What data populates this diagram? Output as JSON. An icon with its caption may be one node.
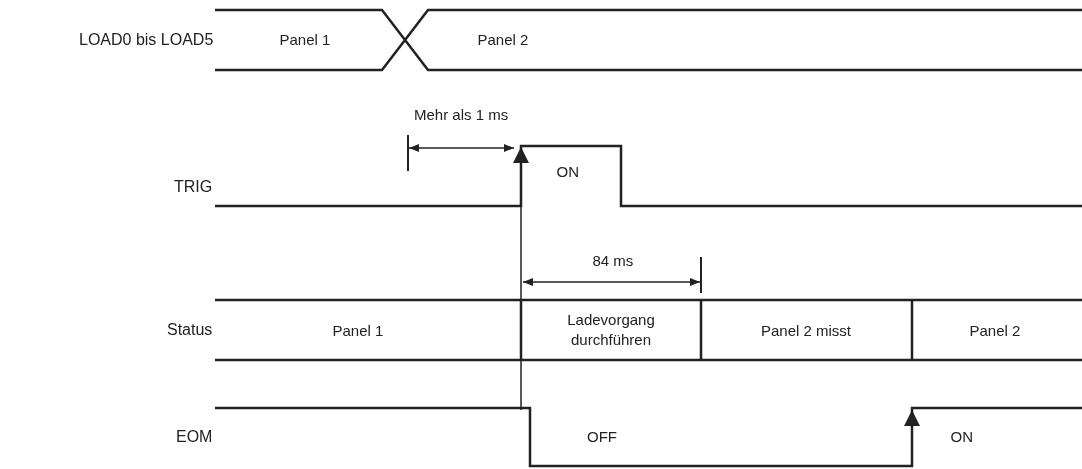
{
  "diagram": {
    "labels": [
      "LOAD0 bis LOAD5",
      "Panel 1",
      "Panel 2",
      "Mehr als 1 ms",
      "TRIG",
      "ON",
      "84 ms",
      "Status",
      "Panel 1",
      "Ladevorgang durchführen",
      "Panel 2 misst",
      "Panel 2",
      "EOM",
      "OFF",
      "ON"
    ]
  }
}
